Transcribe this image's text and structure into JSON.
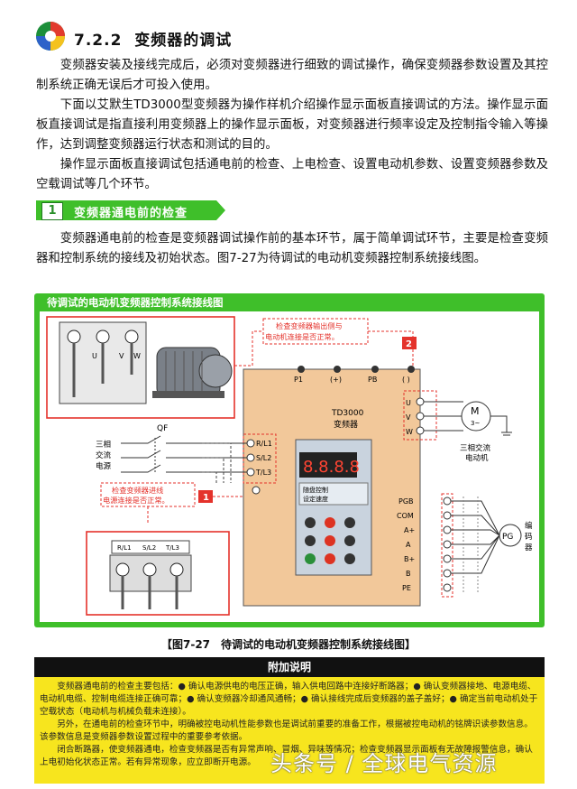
{
  "section": {
    "number": "7.2.2",
    "title": "变频器的调试"
  },
  "paragraphs": [
    "变频器安装及接线完成后，必须对变频器进行细致的调试操作，确保变频器参数设置及其控制系统正确无误后才可投入使用。",
    "下面以艾默生TD3000型变频器为操作样机介绍操作显示面板直接调试的方法。操作显示面板直接调试是指直接利用变频器上的操作显示面板，对变频器进行频率设定及控制指令输入等操作，达到调整变频器运行状态和测试的目的。",
    "操作显示面板直接调试包括通电前的检查、上电检查、设置电动机参数、设置变频器参数及空载调试等几个环节。"
  ],
  "subsection": {
    "number": "1",
    "title": "变频器通电前的检查"
  },
  "paragraph2": "变频器通电前的检查是变频器调试操作前的基本环节，属于简单调试环节，主要是检查变频器和控制系统的接线及初始状态。图7-27为待调试的电动机变频器控制系统接线图。",
  "figure": {
    "title": "待调试的电动机变频器控制系统接线图",
    "caption": "【图7-27　待调试的电动机变频器控制系统接线图】",
    "callout1": [
      "检查变频器进线",
      "电源连接是否正常。"
    ],
    "callout1_num": "1",
    "callout2": [
      "检查变频器输出侧与",
      "电动机连接是否正常。"
    ],
    "callout2_num": "2",
    "qf": "QF",
    "source_label": [
      "三相",
      "交流",
      "电源"
    ],
    "inverter_model": "TD3000",
    "inverter_name": "变频器",
    "top_terminals": [
      "P1",
      "(+)",
      "PB",
      "(  )"
    ],
    "input_terminals": [
      "R/L1",
      "S/L2",
      "T/L3"
    ],
    "output_terminals": [
      "U",
      "V",
      "W"
    ],
    "motor_label": [
      "三相交流",
      "电动机"
    ],
    "motor_symbol": "M",
    "motor_sub": "3~",
    "encoder_terminals": [
      "PGB",
      "COM",
      "A+",
      "A",
      "B+",
      "B",
      "PE"
    ],
    "encoder_symbol": "PG",
    "encoder_label": [
      "编",
      "码",
      "器"
    ],
    "display_value": "8.8.8.8",
    "panel_lines": [
      "随盘控制",
      "设定速度"
    ],
    "uvw_small": [
      "U",
      "V",
      "W"
    ]
  },
  "note": {
    "title": "附加说明",
    "paragraphs": [
      "变频器通电前的检查主要包括：● 确认电源供电的电压正确，输入供电回路中连接好断路器；● 确认变频器接地、电源电缆、电动机电缆、控制电缆连接正确可靠；● 确认变频器冷却通风通畅；● 确认接线完成后变频器的盖子盖好；● 确定当前电动机处于空载状态（电动机与机械负载未连接）。",
      "另外，在通电前的检查环节中，明确被控电动机性能参数也是调试前重要的准备工作，根据被控电动机的铭牌识读参数信息。该参数信息是变频器参数设置过程中的重要参考依据。",
      "闭合断路器，使变频器通电，检查变频器是否有异常声响、冒烟、异味等情况；检查变频器显示面板有无故障报警信息，确认上电初始化状态正常。若有异常现象，应立即断开电源。"
    ]
  },
  "watermark": "头条号 / 全球电气资源",
  "colors": {
    "green": "#3fbf2a",
    "panel": "#f2c89a",
    "callout": "#e4322b",
    "note_bg": "#f7e51e"
  }
}
